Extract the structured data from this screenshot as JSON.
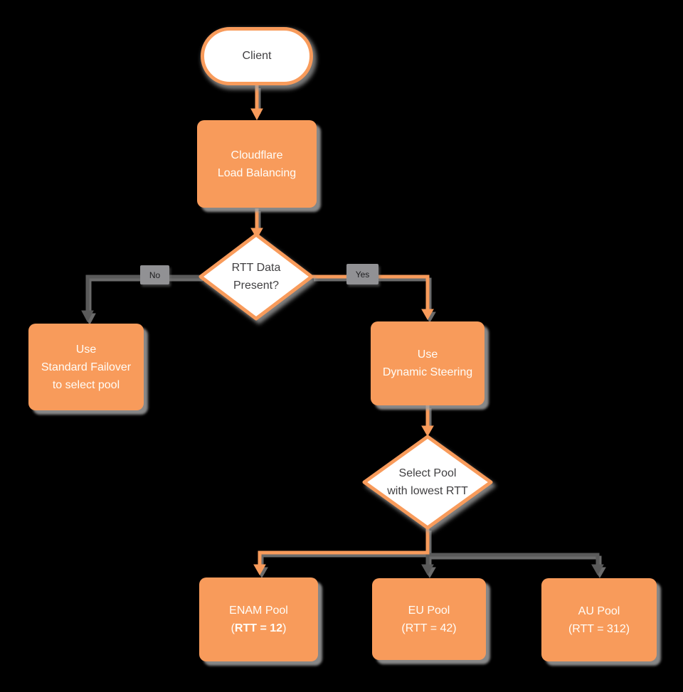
{
  "diagram": {
    "type": "flowchart",
    "topic": "Cloudflare Load Balancing pool selection",
    "colors": {
      "background": "#000000",
      "shape_orange": "#F89B5B",
      "shape_white": "#FFFFFF",
      "line_gray": "#5A5A5A",
      "shadow_gray": "#A0A0A0",
      "text_on_orange": "#FFFDF8",
      "text_on_white": "#414042",
      "edge_label_bg": "#919194"
    },
    "nodes": {
      "client": {
        "label": "Client"
      },
      "load_balancer": {
        "line1": "Cloudflare",
        "line2": "Load Balancing"
      },
      "rtt_decision": {
        "line1": "RTT Data",
        "line2": "Present?"
      },
      "standard_failover": {
        "line1": "Use",
        "line2": "Standard Failover",
        "line3": "to select pool"
      },
      "dynamic_steering": {
        "line1": "Use",
        "line2": "Dynamic Steering"
      },
      "pool_decision": {
        "line1": "Select Pool",
        "line2": "with lowest RTT"
      },
      "enam_pool": {
        "line1": "ENAM Pool",
        "rtt_open": "(",
        "rtt_bold": "RTT = 12",
        "rtt_close": ")"
      },
      "eu_pool": {
        "line1": "EU Pool",
        "line2": "(RTT = 42)"
      },
      "au_pool": {
        "line1": "AU Pool",
        "line2": "(RTT = 312)"
      }
    },
    "edge_labels": {
      "no": "No",
      "yes": "Yes"
    },
    "edges": [
      {
        "from": "client",
        "to": "load_balancer",
        "color": "orange"
      },
      {
        "from": "load_balancer",
        "to": "rtt_decision",
        "color": "orange"
      },
      {
        "from": "rtt_decision",
        "to": "standard_failover",
        "label": "No",
        "color": "gray"
      },
      {
        "from": "rtt_decision",
        "to": "dynamic_steering",
        "label": "Yes",
        "color": "orange"
      },
      {
        "from": "dynamic_steering",
        "to": "pool_decision",
        "color": "orange"
      },
      {
        "from": "pool_decision",
        "to": "enam_pool",
        "color": "orange"
      },
      {
        "from": "pool_decision",
        "to": "eu_pool",
        "color": "gray"
      },
      {
        "from": "pool_decision",
        "to": "au_pool",
        "color": "gray"
      }
    ]
  }
}
